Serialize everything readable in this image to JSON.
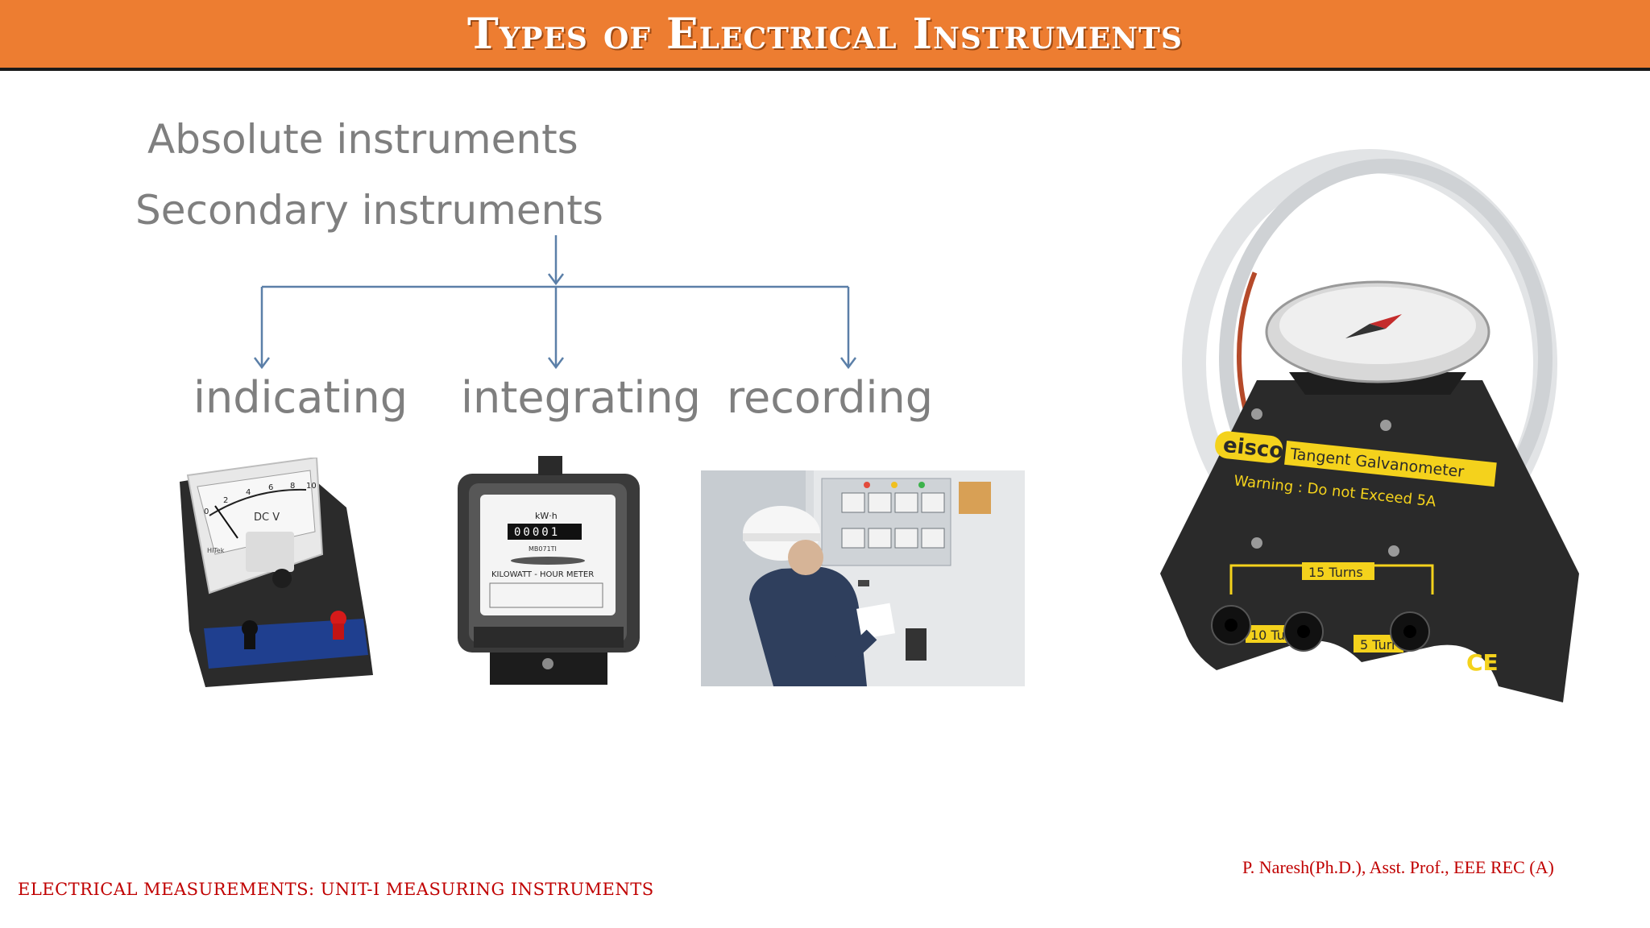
{
  "slide": {
    "title": "Types of Electrical Instruments",
    "items": [
      "Absolute instruments",
      "Secondary instruments"
    ],
    "branches": [
      "indicating",
      "integrating",
      "recording"
    ],
    "footer_left": "ELECTRICAL MEASUREMENTS: UNIT-I MEASURING INSTRUMENTS",
    "footer_right": "P. Naresh(Ph.D.), Asst. Prof., EEE REC (A)"
  },
  "images": {
    "meter": {
      "dial_label": "DC V",
      "brand": "HiTek",
      "scale": [
        "0",
        "2",
        "4",
        "6",
        "8",
        "10"
      ]
    },
    "energy_meter": {
      "unit": "kW·h",
      "reading": "00001",
      "model": "MB071TI",
      "label": "KILOWATT - HOUR METER"
    },
    "galvanometer": {
      "brand": "eisco",
      "name": "Tangent Galvanometer",
      "warning": "Warning : Do not Exceed 5A",
      "turns_15": "15 Turns",
      "turns_10": "10 Tu",
      "turns_5": "5 Turr",
      "mark": "CE"
    }
  },
  "colors": {
    "title_bar": "#ed7d31",
    "arrow": "#5b7fa8",
    "footer": "#c00000",
    "text_gray": "#7f7f7f"
  }
}
